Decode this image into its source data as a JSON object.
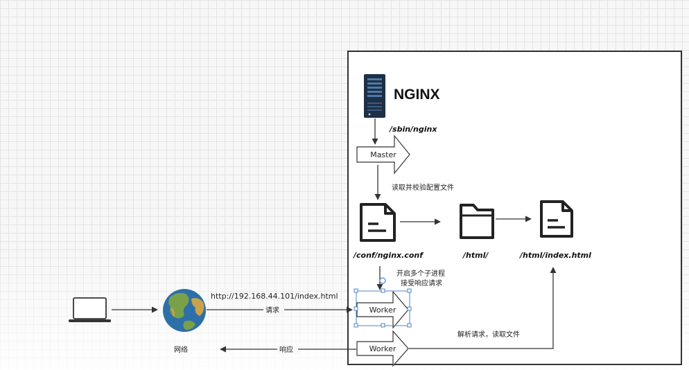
{
  "logo_text": "NGINX",
  "labels": {
    "sbin": "/sbin/nginx",
    "master": "Master",
    "read_config": "读取并校验配置文件",
    "conf_file": "/conf/nginx.conf",
    "html_dir": "/html/",
    "index_file": "/html/index.html",
    "spawn_line1": "开启多个子进程",
    "spawn_line2": "接受响应请求",
    "url": "http://192.168.44.101/index.html",
    "request": "请求",
    "worker1": "Worker",
    "worker2": "Worker",
    "network": "网络",
    "response": "响应",
    "parse_read": "解析请求，读取文件"
  },
  "colors": {
    "server_dark": "#1e3046",
    "server_light": "#3b5a7c",
    "arrow": "#333333",
    "selection": "#4a86c8",
    "ocean": "#2e6fa8",
    "land": "#c9a24a",
    "land_green": "#7aa04a"
  },
  "icons": {
    "server": "server-icon",
    "conf": "document-icon",
    "html": "folder-icon",
    "index": "document-icon",
    "client": "laptop-icon",
    "network": "globe-icon"
  }
}
